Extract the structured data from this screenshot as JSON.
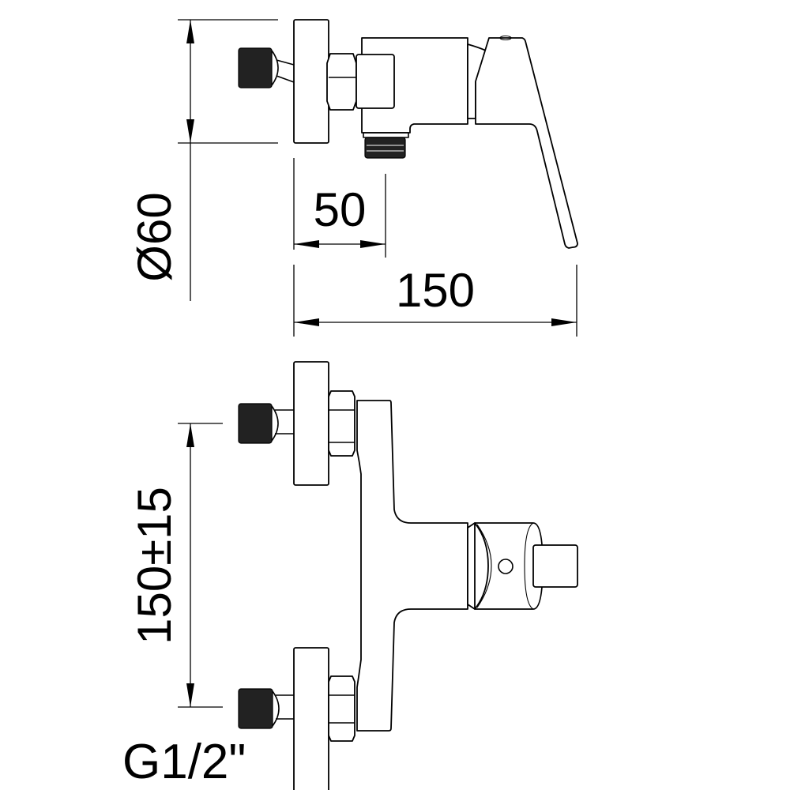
{
  "drawing": {
    "dimensions": {
      "flange_diameter": "Ø60",
      "depth_to_wall": "50",
      "total_depth": "150",
      "inlet_spacing": "150±15",
      "thread_size": "G1/2\""
    },
    "colors": {
      "line": "#000000",
      "background": "#ffffff"
    }
  }
}
